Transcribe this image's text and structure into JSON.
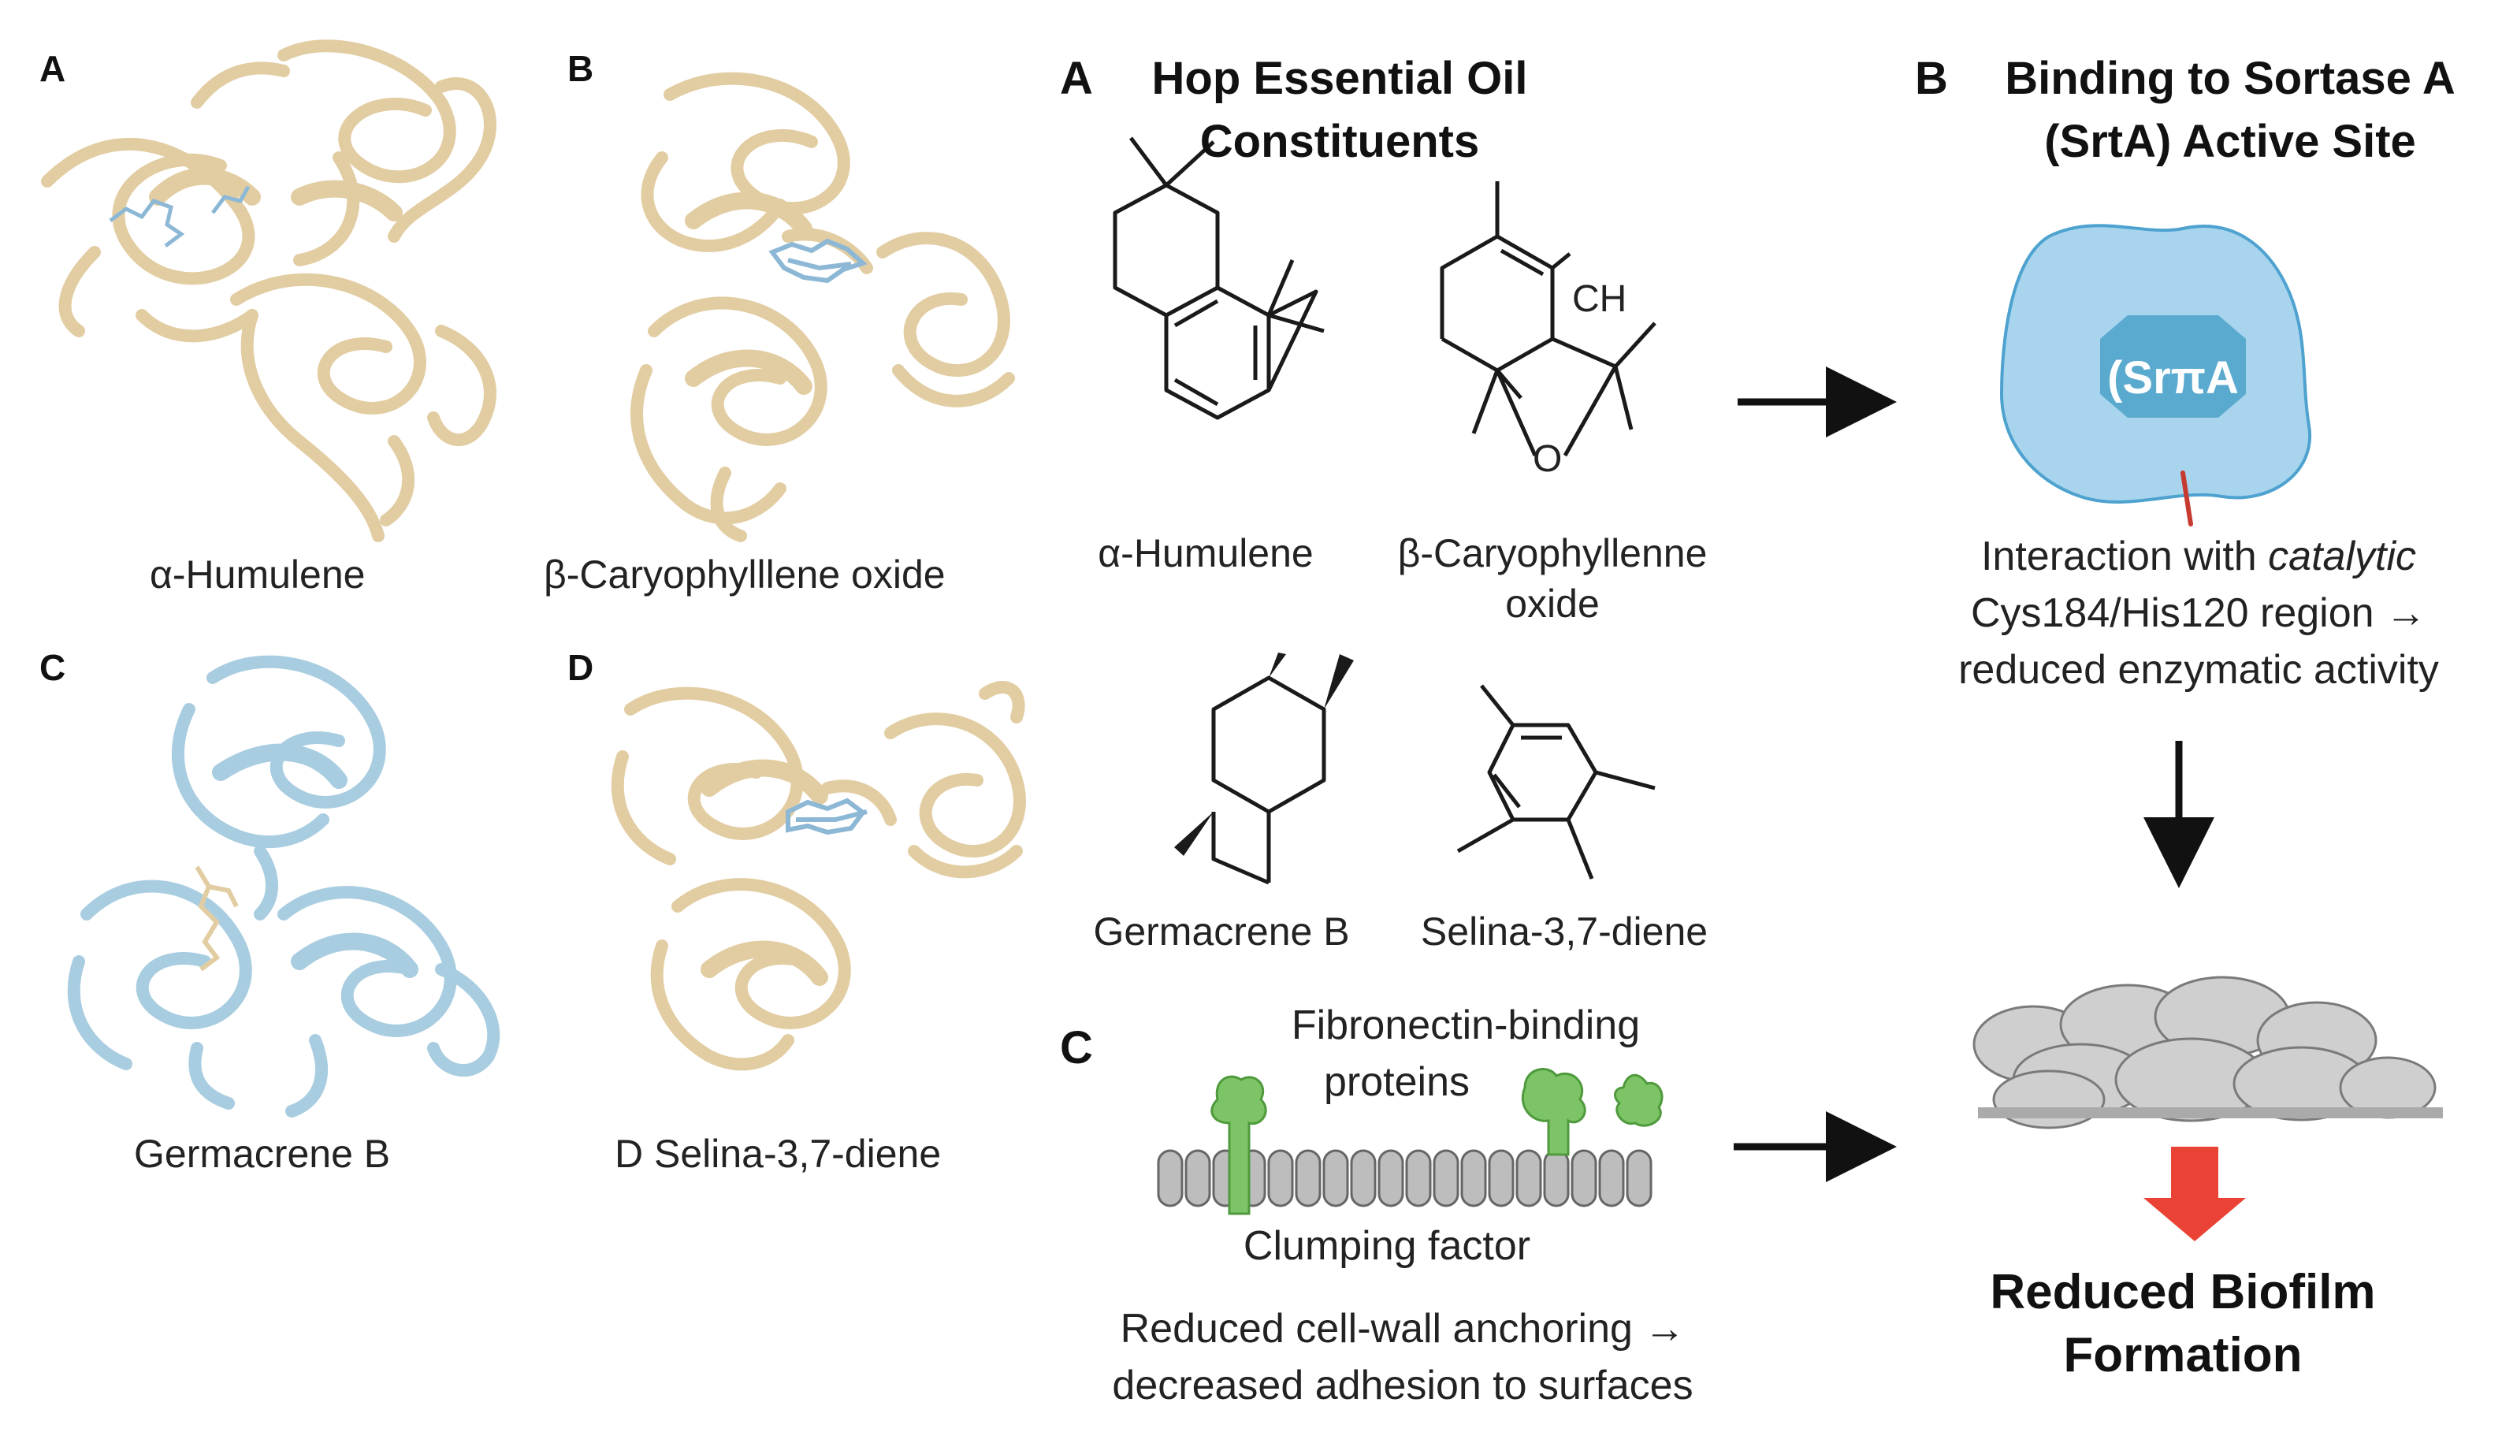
{
  "left_panels": [
    {
      "letter": "A",
      "caption": "α-Humulene"
    },
    {
      "letter": "B",
      "caption": "β-Caryophylllene oxide"
    },
    {
      "letter": "C",
      "caption": "Germacrene B"
    },
    {
      "letter": "D",
      "caption": "D Selina-3,7-diene"
    }
  ],
  "hop": {
    "letter": "A",
    "title_line1": "Hop Essential Oil",
    "title_line2": "Constituents",
    "molecules": [
      {
        "name_line1": "α-Humulene",
        "name_line2": ""
      },
      {
        "name_line1": "β-Caryophyllenne",
        "name_line2": "oxide",
        "atom_label": "CH",
        "oxygen_label": "O"
      },
      {
        "name_line1": "Germacrene B",
        "name_line2": ""
      },
      {
        "name_line1": "Selina-3,7-diene",
        "name_line2": ""
      }
    ]
  },
  "binding": {
    "letter": "B",
    "title_line1": "Binding to Sortase A",
    "title_line2": "(SrtA) Active Site",
    "enzyme_label": "(SrπA",
    "text_line1_pre": "Interaction with ",
    "text_line1_em": "catalytic",
    "text_line2": "Cys184/His120 region →",
    "text_line3": "reduced enzymatic activity"
  },
  "adhesion": {
    "letter": "C",
    "proteins_line1": "Fibronectin-binding",
    "proteins_line2": "proteins",
    "clumping_label": "Clumping factor",
    "text_line1": "Reduced cell-wall anchoring →",
    "text_line2": "decreased adhesion to surfaces"
  },
  "outcome": {
    "line1": "Reduced Biofilm",
    "line2": "Formation"
  },
  "colors": {
    "protein_tan": "#e2cda3",
    "protein_blue": "#a9cde0",
    "ligand_blue": "#8cb8d6",
    "enzyme_fill": "#a8d4ee",
    "enzyme_core": "#5aaad0",
    "enzyme_stroke": "#4ea2cf",
    "catalytic_red": "#c63a30",
    "green_protein": "#7cc466",
    "membrane_gray": "#bdbdbd",
    "cell_gray": "#cfcfcf",
    "down_arrow_red": "#ea4335"
  }
}
